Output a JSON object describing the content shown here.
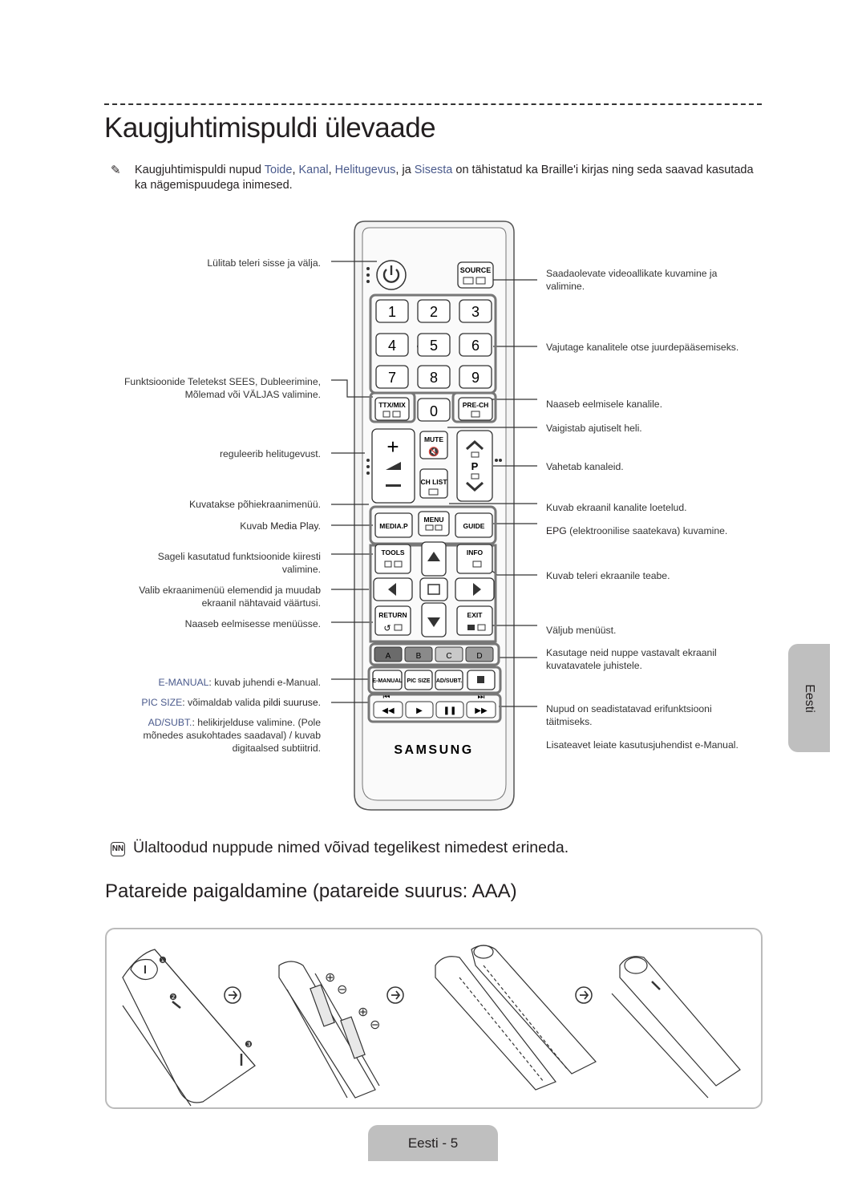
{
  "page": {
    "title": "Kaugjuhtimispuldi ülevaade",
    "note": {
      "pre": "Kaugjuhtimispuldi nupud ",
      "b1": "Toide",
      "sep1": ", ",
      "b2": "Kanal",
      "sep2": ", ",
      "b3": "Helitugevus",
      "sep3": ", ja ",
      "b4": "Sisesta",
      "post": " on tähistatud ka Braille'i kirjas ning seda saavad kasutada ka nägemispuudega inimesed."
    },
    "note2": "Ülaltoodud nuppude nimed võivad tegelikest nimedest erineda.",
    "note2_icon": "NN",
    "section_title": "Patareide paigaldamine (patareide suurus: AAA)",
    "side_tab": "Eesti",
    "footer": "Eesti - 5"
  },
  "labels_left": {
    "power": "Lülitab teleri sisse ja välja.",
    "teletext": "Funktsioonide Teletekst SEES, Dubleerimine, Mõlemad või VÄLJAS valimine.",
    "volume": "reguleerib helitugevust.",
    "menu": "Kuvatakse põhiekraanimenüü.",
    "media_pre": "Kuvab ",
    "media_b": "Media Play",
    "media_post": ".",
    "tools": "Sageli kasutatud funktsioonide kiiresti valimine.",
    "nav": "Valib ekraanimenüü elemendid ja muudab ekraanil nähtavaid väärtusi.",
    "return": "Naaseb eelmisesse menüüsse.",
    "emanual_b": "E-MANUAL",
    "emanual_t": ": kuvab juhendi e-Manual.",
    "picsize_b": "PIC SIZE",
    "picsize_t": ": võimaldab valida ",
    "picsize_b2": "pildi suuruse",
    "picsize_end": ".",
    "adsubt_b": "AD/SUBT.",
    "adsubt_t": ": helikirjelduse valimine. (Pole mõnedes asukohtades saadaval) / kuvab digitaalsed subtiitrid."
  },
  "labels_right": {
    "source": "Saadaolevate videoallikate kuvamine ja valimine.",
    "numbers": "Vajutage kanalitele otse juurdepääsemiseks.",
    "prech": "Naaseb eelmisele kanalile.",
    "mute": "Vaigistab ajutiselt heli.",
    "channel": "Vahetab kanaleid.",
    "chlist": "Kuvab ekraanil kanalite loetelud.",
    "guide_b": "EPG",
    "guide_t": " (elektroonilise saatekava) kuvamine.",
    "info": "Kuvab teleri ekraanile teabe.",
    "exit": "Väljub menüüst.",
    "abcd": "Kasutage neid nuppe vastavalt ekraanil kuvatavatele juhistele.",
    "playback": "Nupud on seadistatavad erifunktsiooni täitmiseks.",
    "more": "Lisateavet leiate kasutusjuhendist e-Manual."
  },
  "remote": {
    "source": "SOURCE",
    "digits": [
      "1",
      "2",
      "3",
      "4",
      "5",
      "6",
      "7",
      "8",
      "9",
      "0"
    ],
    "ttx": "TTX/MIX",
    "prech": "PRE-CH",
    "mute": "MUTE",
    "chlist": "CH LIST",
    "p": "P",
    "media": "MEDIA.P",
    "menu": "MENU",
    "guide": "GUIDE",
    "tools": "TOOLS",
    "info": "INFO",
    "return": "RETURN",
    "exit": "EXIT",
    "abcd": [
      "A",
      "B",
      "C",
      "D"
    ],
    "emanual": "E-MANUAL",
    "picsize": "PIC SIZE",
    "adsubt": "AD/SUBT.",
    "brand": "SAMSUNG"
  },
  "battery_steps": [
    "❶",
    "❷",
    "❸"
  ],
  "colors": {
    "accent_text": "#4a5a8c",
    "tab_gray": "#bfbfbf",
    "btn_a": "#6b6b6b",
    "btn_b": "#8a8a8a",
    "btn_c": "#c9c9c9",
    "btn_d": "#9a9a9a"
  }
}
